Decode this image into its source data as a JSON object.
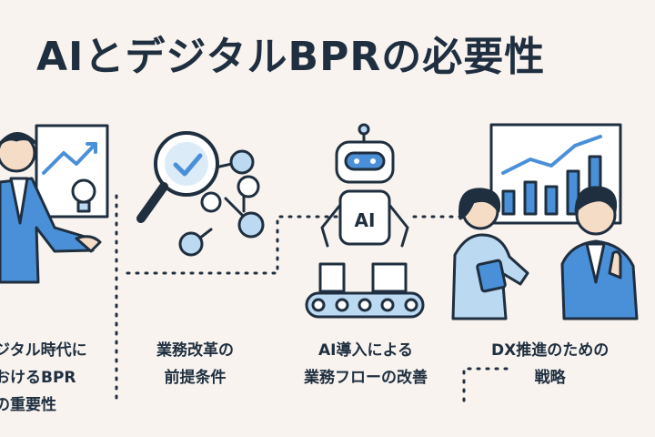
{
  "title": "AIとデジタルBPRの必要性",
  "icons": {
    "robot_label": "AI"
  },
  "captions": [
    {
      "lines": [
        "ジタル時代に",
        "おけるBPR",
        "の重要性"
      ]
    },
    {
      "lines": [
        "業務改革の",
        "前提条件"
      ]
    },
    {
      "lines": [
        "AI導入による",
        "業務フローの改善"
      ]
    },
    {
      "lines": [
        "DX推進のための",
        "戦略"
      ]
    }
  ],
  "colors": {
    "background": "#f8f3ef",
    "accent_blue": "#4a90d9",
    "light_blue": "#bcd9f2",
    "ink": "#1f2f3f"
  }
}
